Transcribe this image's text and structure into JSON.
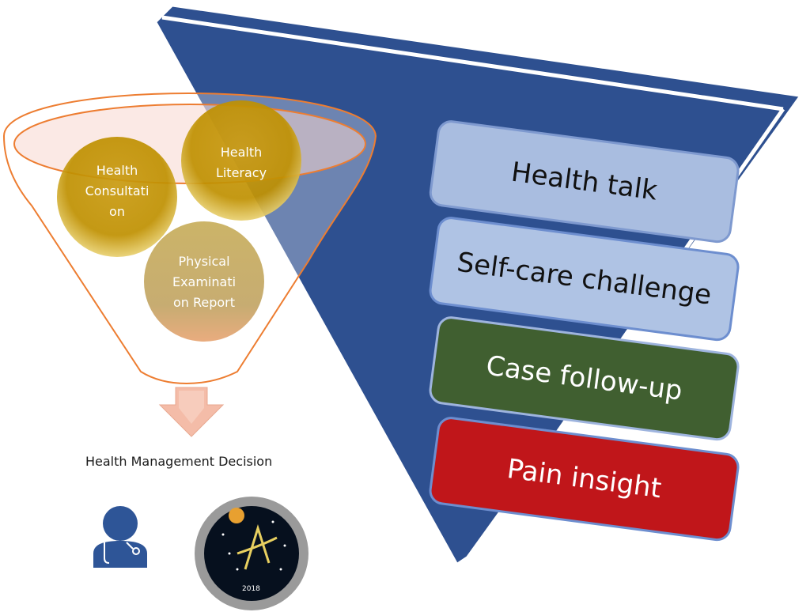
{
  "funnel": {
    "inputs": [
      {
        "label_lines": [
          "Health",
          "Consultati",
          "on"
        ]
      },
      {
        "label_lines": [
          "Health",
          "Literacy"
        ]
      },
      {
        "label_lines": [
          "Physical",
          "Examinati",
          "on Report"
        ]
      }
    ],
    "colors": {
      "funnel_outline": "#ED7D31",
      "funnel_fill": "#FBE5E0",
      "circle_gold": "#BF9000",
      "circle_light": "#D9BF6A"
    }
  },
  "arrow": {
    "icon": "down-arrow-icon",
    "color": "#F4B9A3"
  },
  "decision": {
    "label": "Health Management Decision"
  },
  "doctor_icon": {
    "icon": "doctor-stethoscope-icon",
    "color": "#2E5597"
  },
  "emblem": {
    "year": "2018",
    "icon": "space-emblem-icon"
  },
  "triangle": {
    "color": "#2E5090"
  },
  "stages": [
    {
      "label": "Health talk",
      "bg": "#A9BDE0",
      "text_color": "#111111"
    },
    {
      "label": "Self-care challenge",
      "bg": "#AFC3E4",
      "text_color": "#111111"
    },
    {
      "label": "Case follow-up",
      "bg": "#3E5E2E",
      "text_color": "#ffffff"
    },
    {
      "label": "Pain insight",
      "bg": "#C0161A",
      "text_color": "#ffffff"
    }
  ]
}
